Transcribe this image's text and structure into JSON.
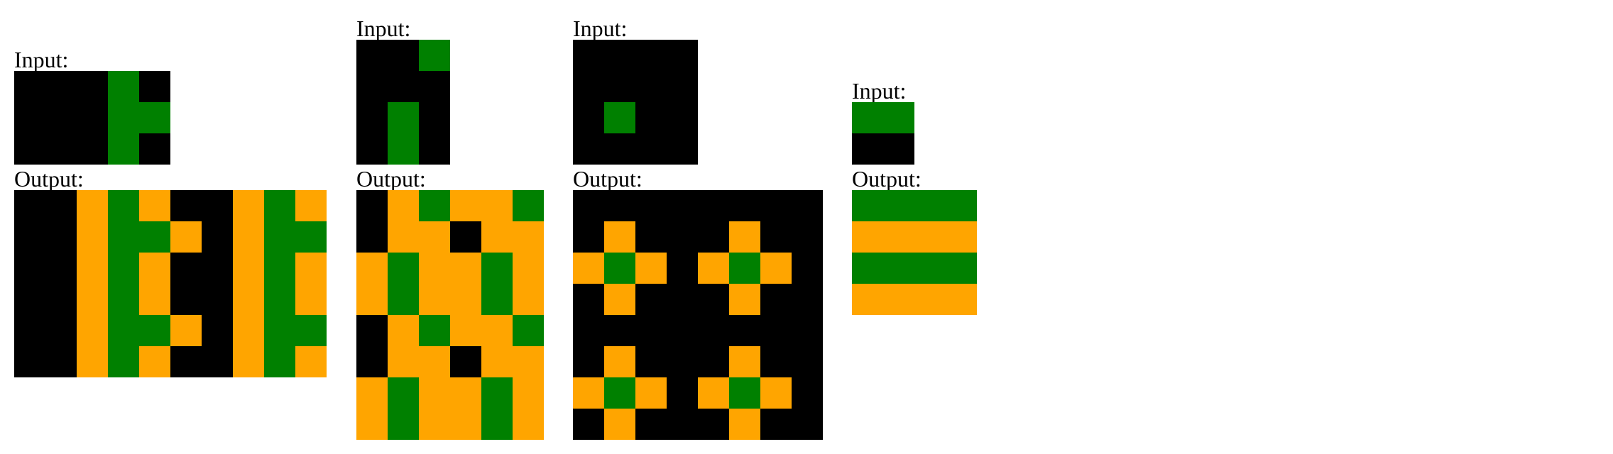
{
  "labels": {
    "input": "Input:",
    "output": "Output:"
  },
  "colors": {
    "0": "#000000",
    "3": "#008000",
    "4": "#FFA500"
  },
  "examples": [
    {
      "input": [
        [
          0,
          0,
          0,
          3,
          0
        ],
        [
          0,
          0,
          0,
          3,
          3
        ],
        [
          0,
          0,
          0,
          3,
          0
        ]
      ],
      "output": [
        [
          0,
          0,
          4,
          3,
          4,
          0,
          0,
          4,
          3,
          4
        ],
        [
          0,
          0,
          4,
          3,
          3,
          4,
          0,
          4,
          3,
          3
        ],
        [
          0,
          0,
          4,
          3,
          4,
          0,
          0,
          4,
          3,
          4
        ],
        [
          0,
          0,
          4,
          3,
          4,
          0,
          0,
          4,
          3,
          4
        ],
        [
          0,
          0,
          4,
          3,
          3,
          4,
          0,
          4,
          3,
          3
        ],
        [
          0,
          0,
          4,
          3,
          4,
          0,
          0,
          4,
          3,
          4
        ]
      ]
    },
    {
      "input": [
        [
          0,
          0,
          3
        ],
        [
          0,
          0,
          0
        ],
        [
          0,
          3,
          0
        ],
        [
          0,
          3,
          0
        ]
      ],
      "output": [
        [
          0,
          4,
          3,
          4,
          4,
          3
        ],
        [
          0,
          4,
          4,
          0,
          4,
          4
        ],
        [
          4,
          3,
          4,
          4,
          3,
          4
        ],
        [
          4,
          3,
          4,
          4,
          3,
          4
        ],
        [
          0,
          4,
          3,
          4,
          4,
          3
        ],
        [
          0,
          4,
          4,
          0,
          4,
          4
        ],
        [
          4,
          3,
          4,
          4,
          3,
          4
        ],
        [
          4,
          3,
          4,
          4,
          3,
          4
        ]
      ]
    },
    {
      "input": [
        [
          0,
          0,
          0,
          0
        ],
        [
          0,
          0,
          0,
          0
        ],
        [
          0,
          3,
          0,
          0
        ],
        [
          0,
          0,
          0,
          0
        ]
      ],
      "output": [
        [
          0,
          0,
          0,
          0,
          0,
          0,
          0,
          0
        ],
        [
          0,
          4,
          0,
          0,
          0,
          4,
          0,
          0
        ],
        [
          4,
          3,
          4,
          0,
          4,
          3,
          4,
          0
        ],
        [
          0,
          4,
          0,
          0,
          0,
          4,
          0,
          0
        ],
        [
          0,
          0,
          0,
          0,
          0,
          0,
          0,
          0
        ],
        [
          0,
          4,
          0,
          0,
          0,
          4,
          0,
          0
        ],
        [
          4,
          3,
          4,
          0,
          4,
          3,
          4,
          0
        ],
        [
          0,
          4,
          0,
          0,
          0,
          4,
          0,
          0
        ]
      ]
    },
    {
      "input": [
        [
          3,
          3
        ],
        [
          0,
          0
        ]
      ],
      "output": [
        [
          3,
          3,
          3,
          3
        ],
        [
          4,
          4,
          4,
          4
        ],
        [
          3,
          3,
          3,
          3
        ],
        [
          4,
          4,
          4,
          4
        ]
      ]
    }
  ]
}
